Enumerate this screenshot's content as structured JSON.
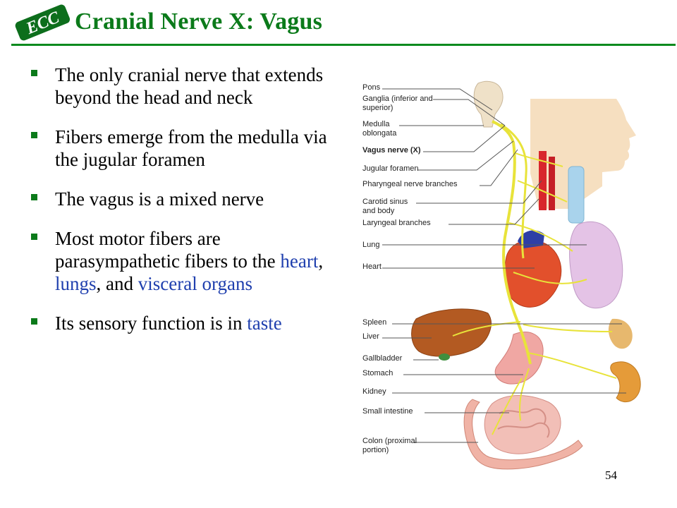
{
  "header": {
    "title": "Cranial Nerve X: Vagus",
    "logo_text": "ECC"
  },
  "bullets": [
    {
      "segments": [
        {
          "text": "The only cranial nerve that extends beyond the head and neck",
          "highlight": false
        }
      ]
    },
    {
      "segments": [
        {
          "text": "Fibers emerge from the medulla via the jugular foramen",
          "highlight": false
        }
      ]
    },
    {
      "segments": [
        {
          "text": "The vagus is a mixed nerve",
          "highlight": false
        }
      ]
    },
    {
      "segments": [
        {
          "text": "Most motor fibers are parasympathetic fibers to the ",
          "highlight": false
        },
        {
          "text": "heart",
          "highlight": true
        },
        {
          "text": ", ",
          "highlight": false
        },
        {
          "text": "lungs",
          "highlight": true
        },
        {
          "text": ", and ",
          "highlight": false
        },
        {
          "text": "visceral organs",
          "highlight": true
        }
      ]
    },
    {
      "segments": [
        {
          "text": "Its sensory function is in ",
          "highlight": false
        },
        {
          "text": "taste",
          "highlight": true
        }
      ]
    }
  ],
  "figure": {
    "labels": [
      {
        "text": "Pons",
        "bold": false
      },
      {
        "text": "Ganglia (inferior and superior)",
        "bold": false
      },
      {
        "text": "Medulla oblongata",
        "bold": false
      },
      {
        "text": "Vagus nerve (X)",
        "bold": true
      },
      {
        "text": "Jugular foramen",
        "bold": false
      },
      {
        "text": "Pharyngeal nerve branches",
        "bold": false
      },
      {
        "text": "Carotid sinus and body",
        "bold": false
      },
      {
        "text": "Laryngeal branches",
        "bold": false
      },
      {
        "text": "Lung",
        "bold": false
      },
      {
        "text": "Heart",
        "bold": false
      },
      {
        "text": "Spleen",
        "bold": false
      },
      {
        "text": "Liver",
        "bold": false
      },
      {
        "text": "Gallbladder",
        "bold": false
      },
      {
        "text": "Stomach",
        "bold": false
      },
      {
        "text": "Kidney",
        "bold": false
      },
      {
        "text": "Small intestine",
        "bold": false
      },
      {
        "text": "Colon (proximal portion)",
        "bold": false
      }
    ]
  },
  "footer": {
    "page_number": "54"
  },
  "colors": {
    "title": "#0b7a1a",
    "rule": "#0b8a1e",
    "highlight": "#1f3fae",
    "nerve": "#e8e33a"
  }
}
